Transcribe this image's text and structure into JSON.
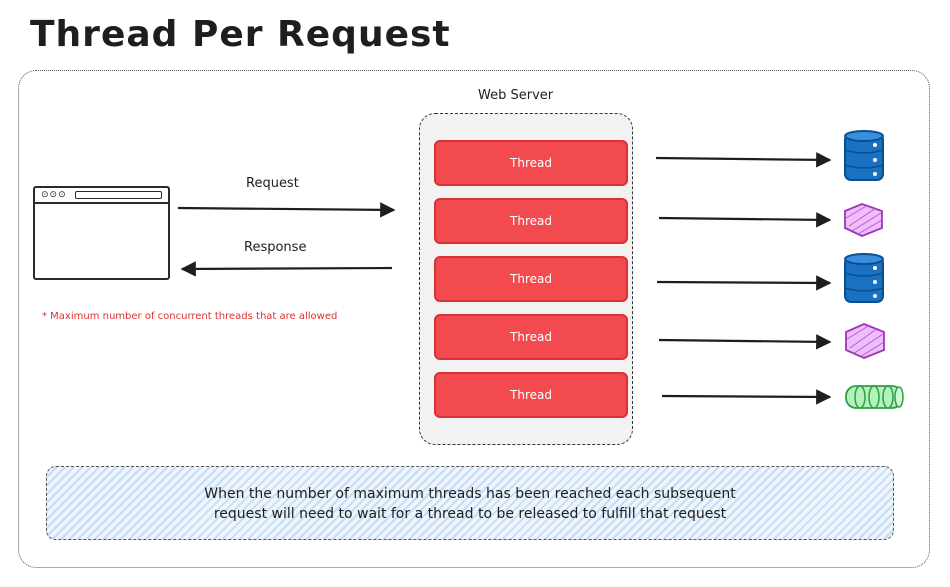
{
  "title": "Thread Per Request",
  "server": {
    "label": "Web Server"
  },
  "client": {
    "dots": "⊙⊙⊙"
  },
  "arrows": {
    "request_label": "Request",
    "response_label": "Response"
  },
  "note": "* Maximum number of concurrent threads that are allowed",
  "threads": [
    {
      "label": "Thread",
      "target": "database-icon"
    },
    {
      "label": "Thread",
      "target": "hexagon-service-icon"
    },
    {
      "label": "Thread",
      "target": "database-icon"
    },
    {
      "label": "Thread",
      "target": "hexagon-service-icon"
    },
    {
      "label": "Thread",
      "target": "queue-icon"
    }
  ],
  "info": "When the number of maximum threads has been reached each subsequent\nrequest will need to wait for a thread to be released to fulfill that request",
  "colors": {
    "thread_fill": "#f24a4e",
    "note_red": "#e03131",
    "db_blue": "#1971c2",
    "hex_purple": "#be4bdb",
    "queue_green": "#2f9e44"
  }
}
